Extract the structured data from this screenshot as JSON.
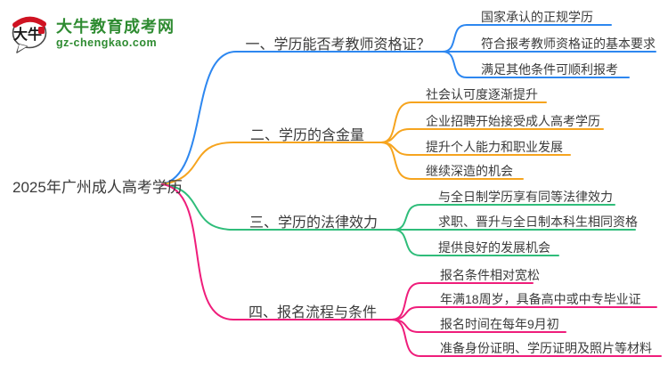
{
  "brand": {
    "name": "大牛教育成考网",
    "domain": "gz-chengkao.com",
    "logo_glyphs": "大牛"
  },
  "root": {
    "label": "2025年广州成人高考学历"
  },
  "branches": [
    {
      "label": "一、学历能否考教师资格证？",
      "color": "#2d87f0",
      "children": [
        "国家承认的正规学历",
        "符合报考教师资格证的基本要求",
        "满足其他条件可顺利报考"
      ]
    },
    {
      "label": "二、学历的含金量",
      "color": "#f6a41e",
      "children": [
        "社会认可度逐渐提升",
        "企业招聘开始接受成人高考学历",
        "提升个人能力和职业发展",
        "继续深造的机会"
      ]
    },
    {
      "label": "三、学历的法律效力",
      "color": "#2fbd7a",
      "children": [
        "与全日制学历享有同等法律效力",
        "求职、晋升与全日制本科生相同资格",
        "提供良好的发展机会"
      ]
    },
    {
      "label": "四、报名流程与条件",
      "color": "#ef1d7b",
      "children": [
        "报名条件相对宽松",
        "年满18周岁，具备高中或中专毕业证",
        "报名时间在每年9月初",
        "准备身份证明、学历证明及照片等材料"
      ]
    }
  ],
  "colors": {
    "text": "#3b3b3b",
    "brand_green": "#2e8b31",
    "logo_red": "#cf1322",
    "background": "#ffffff"
  }
}
